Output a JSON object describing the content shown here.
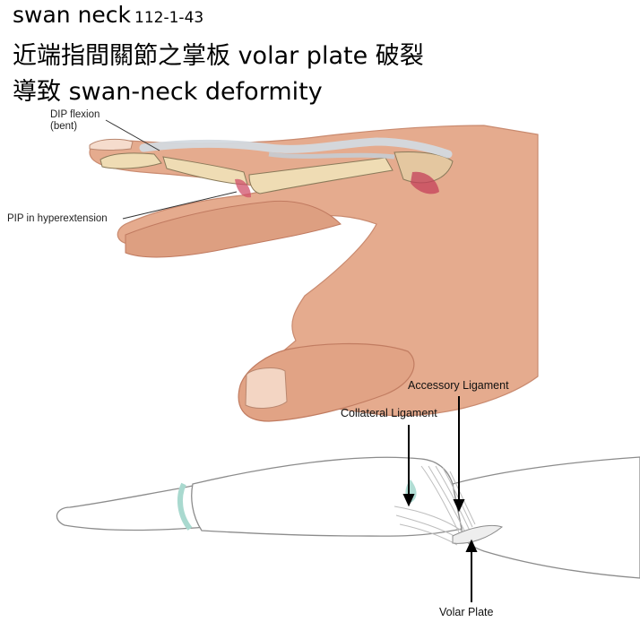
{
  "title": {
    "line1_main": "swan neck",
    "line1_sub": "112-1-43",
    "line2": "近端指間關節之掌板 volar plate 破裂",
    "line3": "導致 swan-neck deformity"
  },
  "hand_illustration": {
    "label_dip_line1": "DIP flexion",
    "label_dip_line2": "(bent)",
    "label_pip": "PIP in hyperextension"
  },
  "joint_diagram": {
    "label_accessory": "Accessory Ligament",
    "label_collateral": "Collateral Ligament",
    "label_volar": "Volar Plate"
  },
  "colors": {
    "skin": "#e3a688",
    "skin_shadow": "#c57e63",
    "bone": "#efdcb4",
    "tendon": "#d8dde2",
    "bone_outline": "#8c8c8c",
    "cartilage": "#a9d9cf"
  }
}
